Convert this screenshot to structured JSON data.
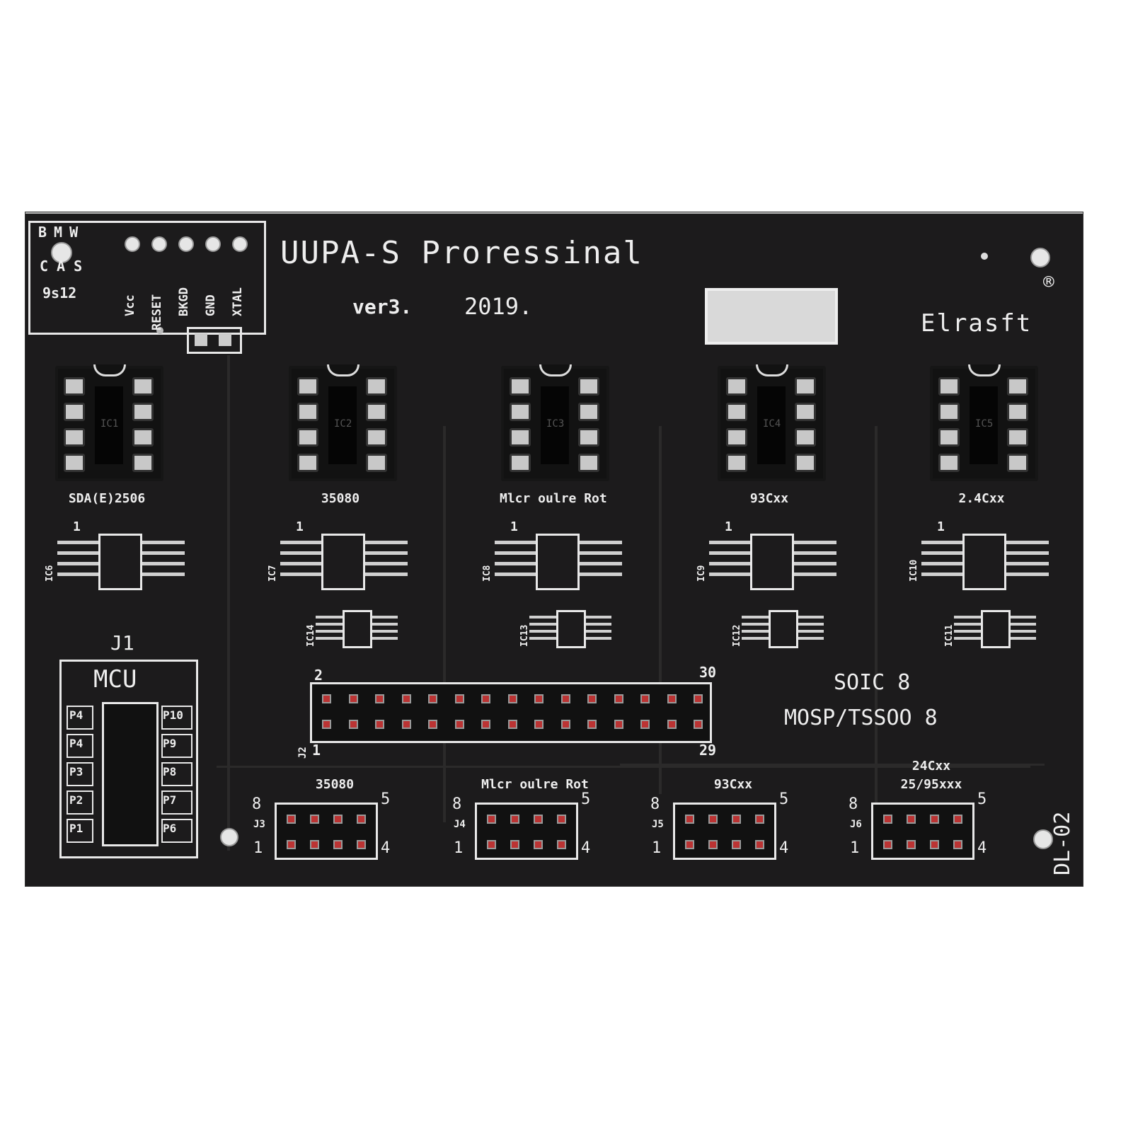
{
  "board": {
    "title": "UUPA-S  Proressinal",
    "version": "ver3.",
    "year": "2019.",
    "brand": "Elrasft",
    "registered_mark": "®",
    "model": "DL-02",
    "soic_label": "SOIC 8",
    "tssop_label": "MOSP/TSSOO 8"
  },
  "bdm_header": {
    "letters_top": [
      "B",
      "M",
      "W"
    ],
    "letters_bottom": [
      "C",
      "A",
      "S"
    ],
    "chip": "9s12",
    "pins": [
      "Vcc",
      "RESET",
      "BKGD",
      "GND",
      "XTAL"
    ]
  },
  "dip_sockets": [
    {
      "ref": "IC1",
      "label": "SDA(E)2506"
    },
    {
      "ref": "IC2",
      "label": "35080"
    },
    {
      "ref": "IC3",
      "label": "Mlcr oulre Rot"
    },
    {
      "ref": "IC4",
      "label": "93Cxx"
    },
    {
      "ref": "IC5",
      "label": "2.4Cxx"
    }
  ],
  "soic_footprints": [
    {
      "ref": "IC6",
      "pin1": "1"
    },
    {
      "ref": "IC7",
      "pin1": "1"
    },
    {
      "ref": "IC8",
      "pin1": "1"
    },
    {
      "ref": "IC9",
      "pin1": "1"
    },
    {
      "ref": "IC10",
      "pin1": "1"
    }
  ],
  "tssop_footprints": [
    "IC14",
    "IC13",
    "IC12",
    "IC11"
  ],
  "j1": {
    "ref": "J1",
    "title": "MCU",
    "left_pins": [
      "P4",
      "P4",
      "P3",
      "P2",
      "P1"
    ],
    "right_pins": [
      "P10",
      "P9",
      "P8",
      "P7",
      "P6"
    ]
  },
  "j2": {
    "ref": "J2",
    "top_left": "2",
    "top_right": "30",
    "bottom_left": "1",
    "bottom_right": "29"
  },
  "small_headers": [
    {
      "ref": "J3",
      "label": "35080",
      "n8": "8",
      "n5": "5",
      "n1": "1",
      "n4": "4"
    },
    {
      "ref": "J4",
      "label": "Mlcr oulre Rot",
      "n8": "8",
      "n5": "5",
      "n1": "1",
      "n4": "4"
    },
    {
      "ref": "J5",
      "label": "93Cxx",
      "n8": "8",
      "n5": "5",
      "n1": "1",
      "n4": "4"
    },
    {
      "ref": "J6",
      "label": "24Cxx",
      "label2": "25/95xxx",
      "n8": "8",
      "n5": "5",
      "n1": "1",
      "n4": "4"
    }
  ]
}
